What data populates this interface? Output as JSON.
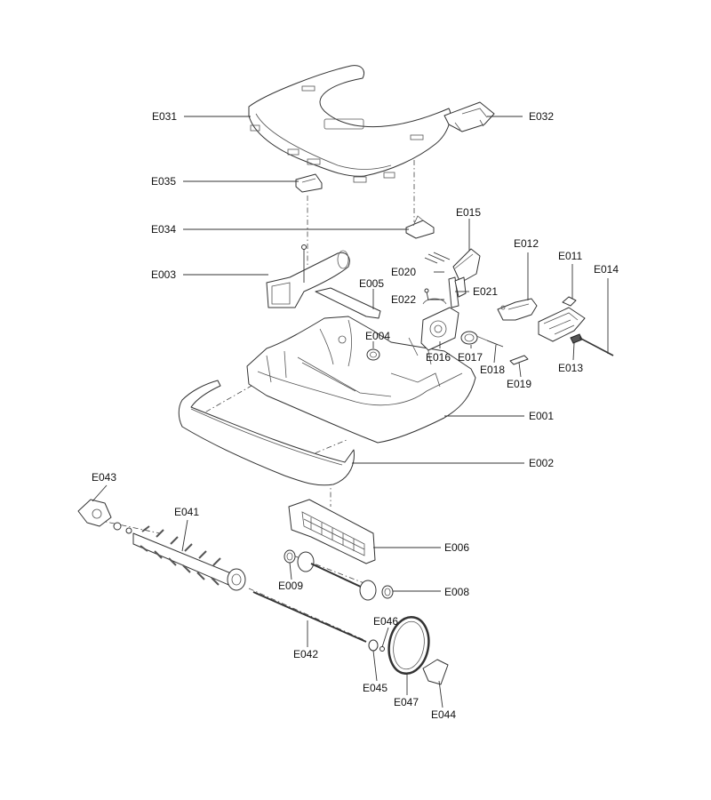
{
  "parts": {
    "E001": "E001",
    "E002": "E002",
    "E003": "E003",
    "E004": "E004",
    "E005": "E005",
    "E006": "E006",
    "E008": "E008",
    "E009": "E009",
    "E011": "E011",
    "E012": "E012",
    "E013": "E013",
    "E014": "E014",
    "E015": "E015",
    "E016": "E016",
    "E017": "E017",
    "E018": "E018",
    "E019": "E019",
    "E020": "E020",
    "E021": "E021",
    "E022": "E022",
    "E031": "E031",
    "E032": "E032",
    "E034": "E034",
    "E035": "E035",
    "E041": "E041",
    "E042": "E042",
    "E043": "E043",
    "E044": "E044",
    "E045": "E045",
    "E046": "E046",
    "E047": "E047"
  },
  "colors": {
    "line": "#333333",
    "part_fill": "#ffffff",
    "shade": "#e6e6e6"
  }
}
